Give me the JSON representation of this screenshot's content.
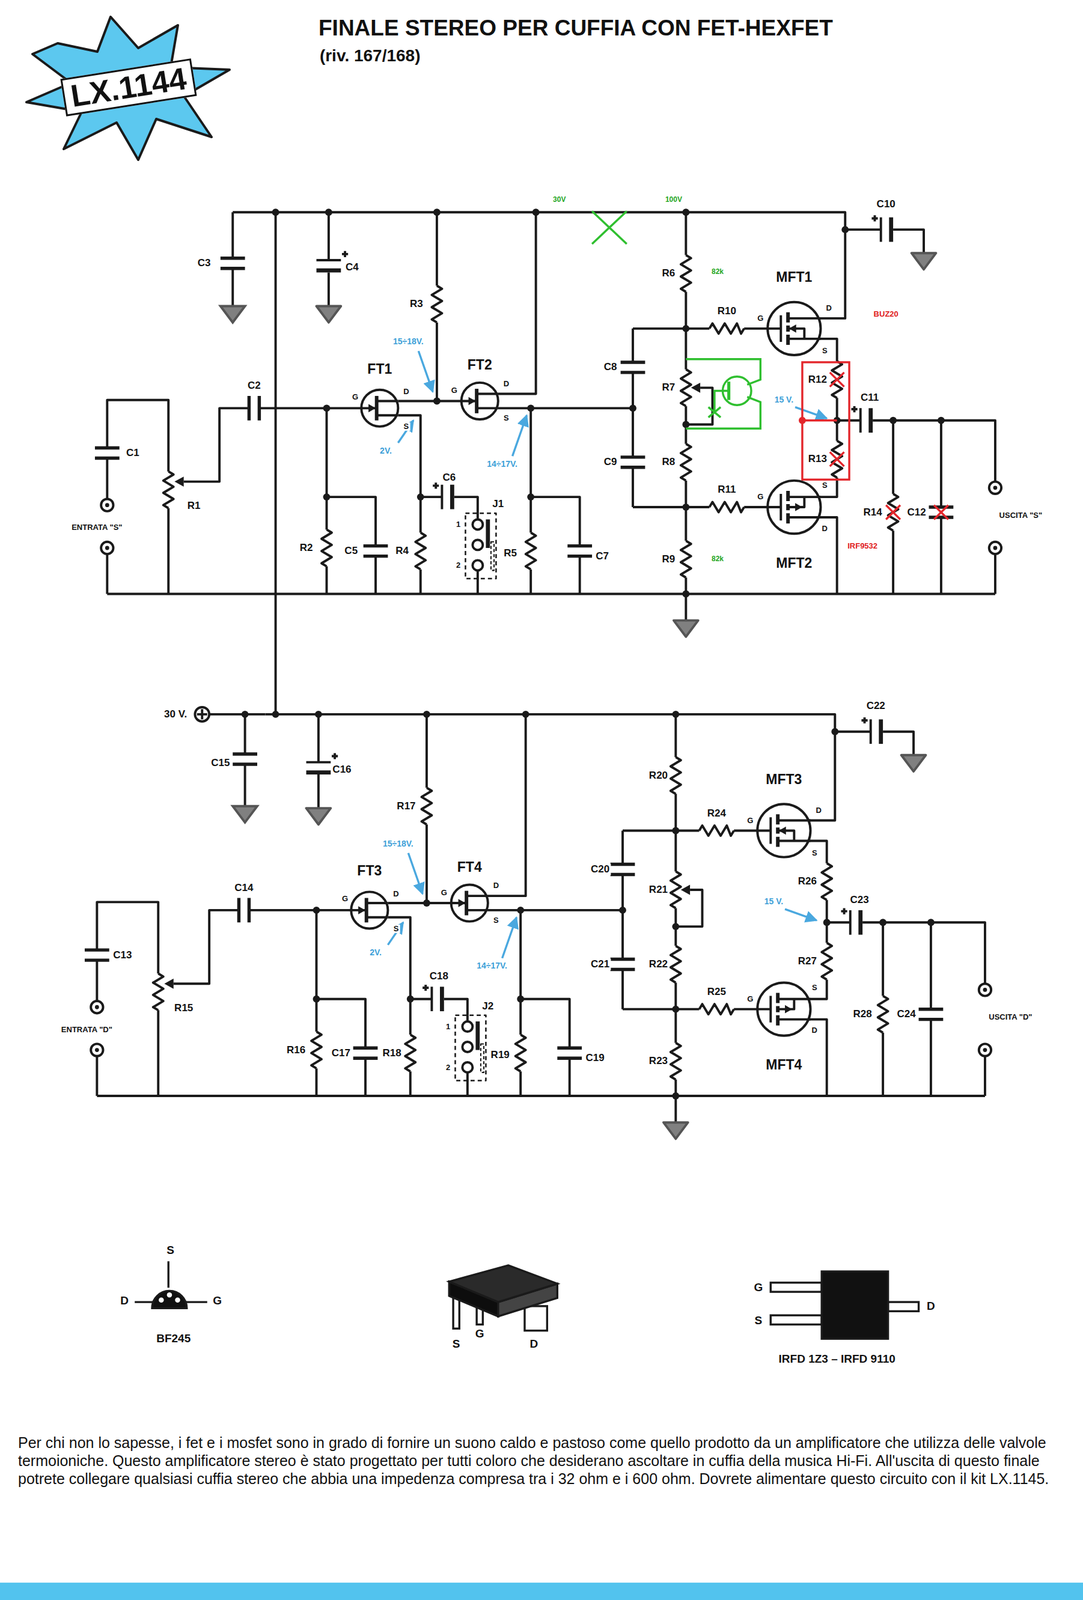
{
  "diagram": {
    "title": "FINALE STEREO PER CUFFIA CON FET-HEXFET",
    "caption": "Per chi non lo sapesse, i fet e i mosfet sono in grado di fornire un suono caldo e pastoso come quello prodotto da un amplificatore che utilizza delle valvole termoioniche. Questo amplificatore stereo è stato progettato per tutti coloro che desiderano ascoltare in cuffia della musica Hi-Fi. All'uscita di questo finale potrete collegare qualsiasi cuffia stereo che abbia una impedenza compresa tra i 32 ohm e i 600 ohm. Dovrete alimentare questo circuito con il kit LX.1145.",
    "nodes": [
      {
        "text": [
          "LX.1144"
        ]
      }
    ],
    "labels": [
      "(riv. 167/168)",
      "30V",
      "100V",
      "C10",
      "C3",
      "C4",
      "R6",
      "82k",
      "MFT1",
      "R3",
      "R10",
      "G",
      "D",
      "BUZ20",
      "15÷18V.",
      "S",
      "FT1",
      "FT2",
      "C8",
      "R7",
      "R12",
      "C2",
      "D",
      "G",
      "G",
      "D",
      "S",
      "S",
      "15 V.",
      "C11",
      "2V.",
      "C1",
      "14÷17V.",
      "C9",
      "R8",
      "R13",
      "C6",
      "R11",
      "G",
      "S",
      "J1",
      "R1",
      "R14",
      "C12",
      "USCITA \"S\"",
      "1",
      "ENTRATA \"S\"",
      "D",
      "IRF9532",
      "R2",
      "C5",
      "R4",
      "R5",
      "C7",
      "R9",
      "82k",
      "MFT2",
      "2",
      "30 V.",
      "C22",
      "C15",
      "C16",
      "R20",
      "MFT3",
      "R17",
      "R24",
      "G",
      "D",
      "15÷18V.",
      "S",
      "FT3",
      "FT4",
      "C20",
      "R21",
      "R26",
      "C14",
      "D",
      "G",
      "G",
      "D",
      "S",
      "S",
      "15 V.",
      "C23",
      "2V.",
      "C13",
      "14÷17V.",
      "C21",
      "R22",
      "R27",
      "C18",
      "R25",
      "G",
      "S",
      "J2",
      "R15",
      "R28",
      "C24",
      "USCITA \"D\"",
      "1",
      "ENTRATA \"D\"",
      "D",
      "R16",
      "C17",
      "R18",
      "R19",
      "C19",
      "R23",
      "MFT4",
      "2",
      "S",
      "D",
      "G",
      "BF245",
      "G",
      "S",
      "D",
      "G",
      "D",
      "S",
      "IRFD 1Z3 – IRFD 9110"
    ]
  }
}
